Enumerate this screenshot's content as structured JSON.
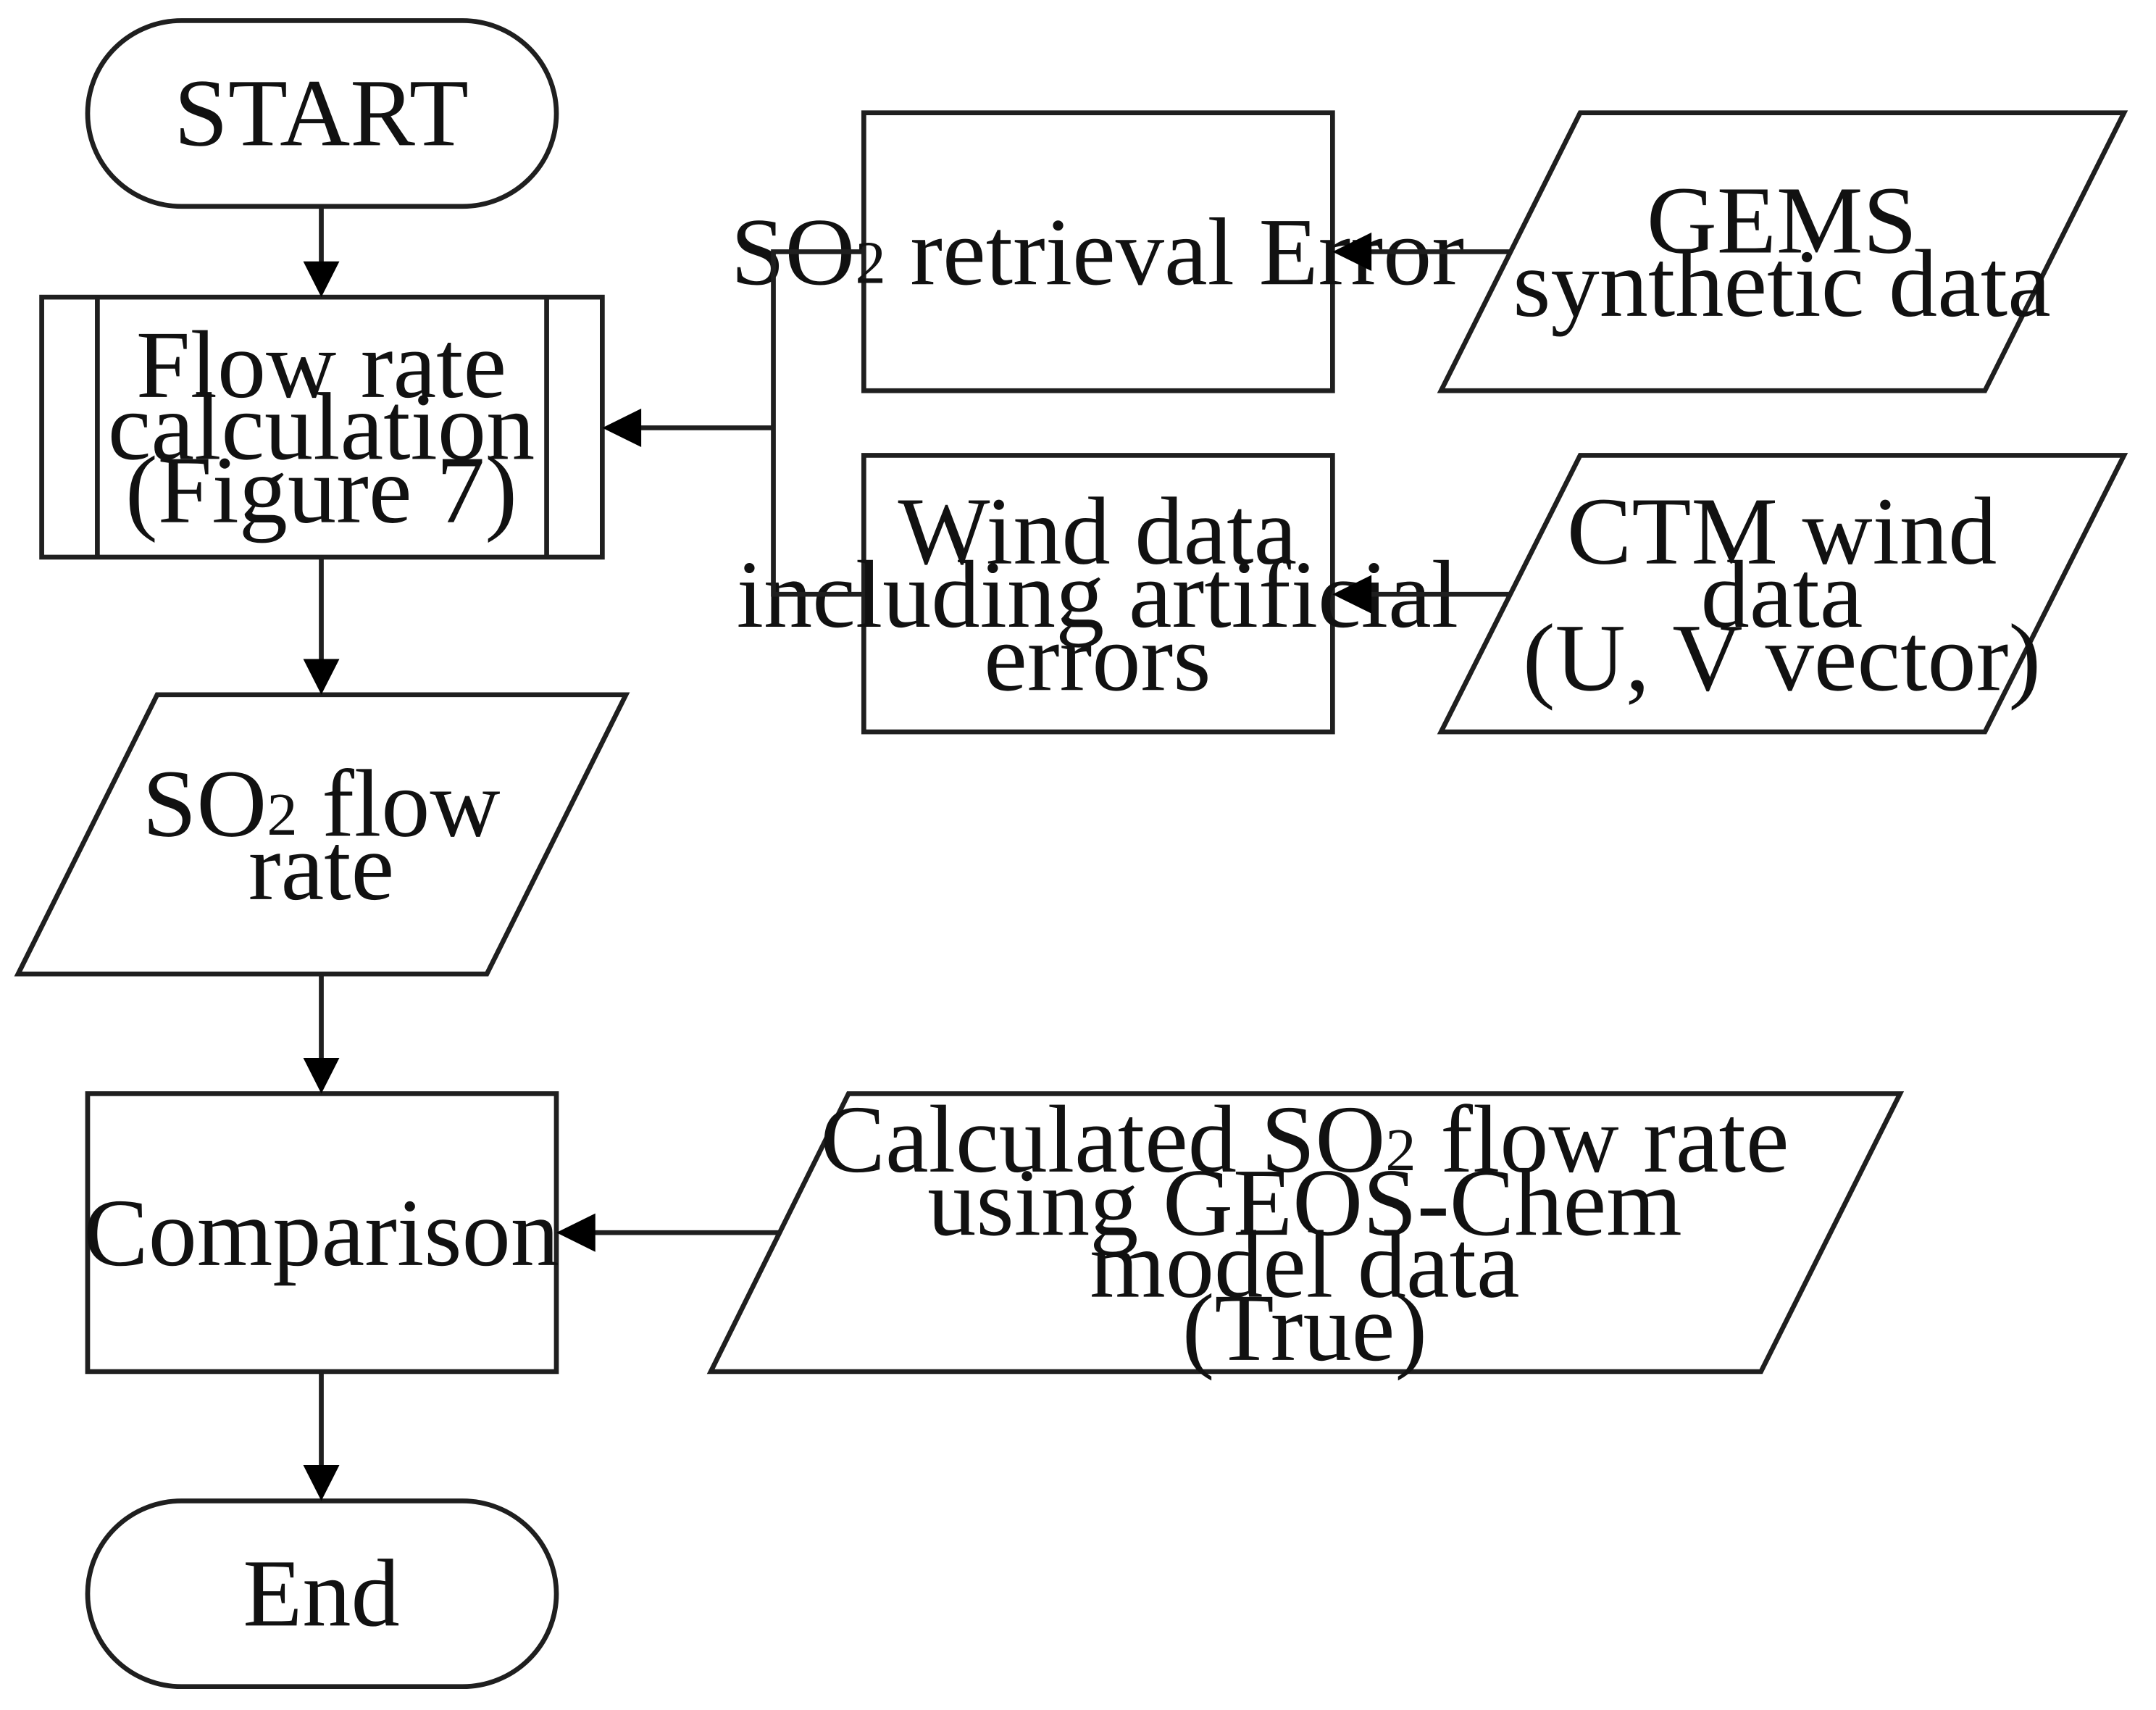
{
  "nodes": {
    "start": {
      "text": "START"
    },
    "flow_calc": {
      "lines": [
        "Flow rate",
        "calculation",
        "(Figure 7)"
      ]
    },
    "so2_error": {
      "prefix": "SO",
      "sub": "2",
      "suffix": " retrieval Error"
    },
    "gems": {
      "lines": [
        "GEMS",
        "synthetic data"
      ]
    },
    "wind_err": {
      "lines": [
        "Wind data",
        "including artificial",
        "errors"
      ]
    },
    "ctm_wind": {
      "lines": [
        "CTM wind",
        "data",
        "(U, V vector)"
      ]
    },
    "so2_flow": {
      "line1_prefix": "SO",
      "line1_sub": "2",
      "line1_suffix": " flow",
      "line2": "rate"
    },
    "comparison": {
      "text": "Comparison"
    },
    "geos": {
      "line1_prefix": "Calculated SO",
      "line1_sub": "2",
      "line1_suffix": " flow rate",
      "line2": "using GEOS-Chem",
      "line3": "model data",
      "line4": "(True)"
    },
    "end": {
      "text": "End"
    }
  }
}
